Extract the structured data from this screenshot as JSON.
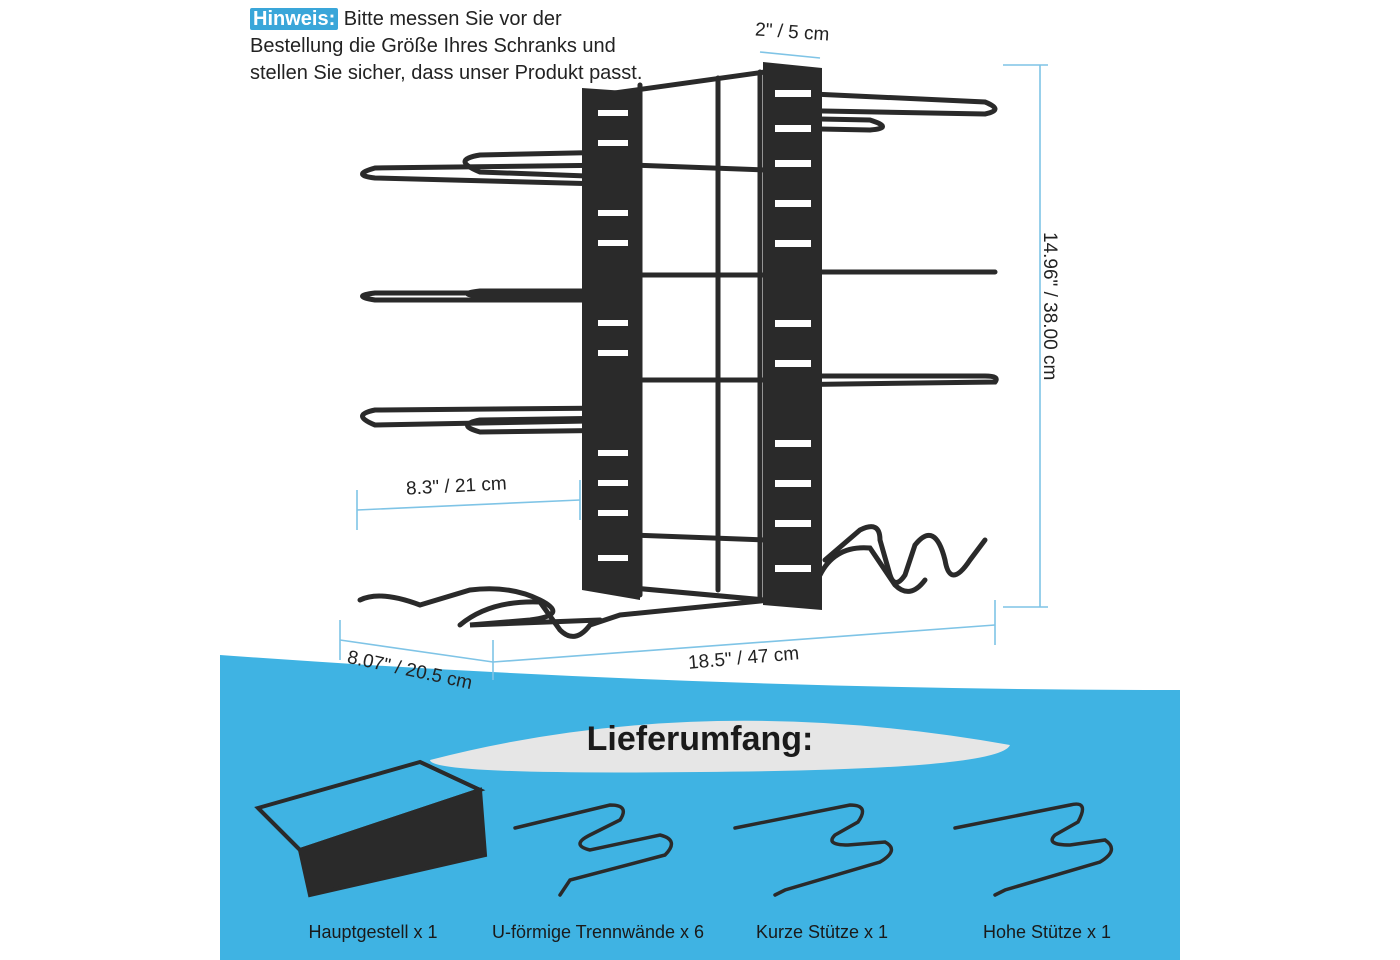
{
  "note": {
    "tag": "Hinweis:",
    "text": " Bitte messen Sie vor der Bestellung die Größe Ihres Schranks und stellen Sie sicher, dass unser Produkt passt."
  },
  "dimensions": {
    "depth_top": "2\" / 5 cm",
    "height": "14.96\" / 38.00 cm",
    "arm_length": "8.3\" / 21 cm",
    "length": "18.5\" / 47 cm",
    "width": "8.07\" / 20.5 cm"
  },
  "package": {
    "title": "Lieferumfang:",
    "items": [
      {
        "label": "Hauptgestell x 1"
      },
      {
        "label": "U-förmige Trennwände x 6"
      },
      {
        "label": "Kurze Stütze x 1"
      },
      {
        "label": "Hohe Stütze x 1"
      }
    ]
  },
  "colors": {
    "accent": "#3aa6d9",
    "banner": "#3fb3e3",
    "metal": "#2a2a2a",
    "dim_line": "#7fc4e6"
  }
}
